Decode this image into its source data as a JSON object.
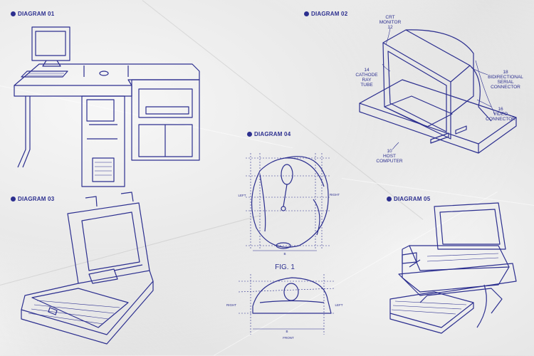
{
  "diagrams": [
    {
      "tag": "DIAGRAM 01"
    },
    {
      "tag": "DIAGRAM 02",
      "labels": {
        "monitor": [
          "CRT",
          "MONITOR",
          "12"
        ],
        "tube": [
          "14",
          "CATHODE",
          "RAY",
          "TUBE"
        ],
        "serial": [
          "18",
          "BIDIRECTIONAL",
          "SERIAL",
          "CONNECTOR"
        ],
        "video": [
          "16",
          "VIDEO",
          "CONNECTOR"
        ],
        "host": [
          "10",
          "HOST",
          "COMPUTER"
        ]
      }
    },
    {
      "tag": "DIAGRAM 03"
    },
    {
      "tag": "DIAGRAM 04",
      "fig": "FIG. 1",
      "labels": {
        "left": "LEFT",
        "right": "RIGHT",
        "front": "FRONT",
        "b": "B"
      }
    },
    {
      "tag": "DIAGRAM 05"
    }
  ],
  "colors": {
    "ink": "#2c2f8f",
    "paper": "#ececec"
  }
}
